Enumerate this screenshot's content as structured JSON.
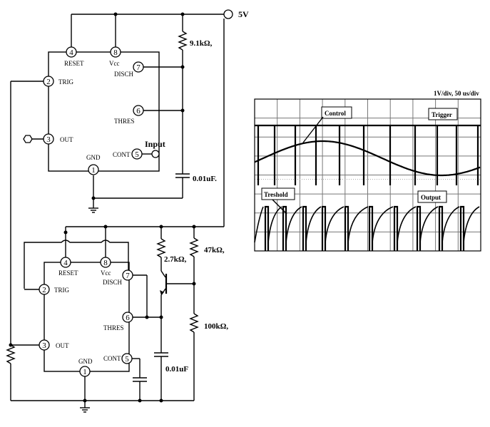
{
  "supply": {
    "label": "5V"
  },
  "top_ic": {
    "pins": {
      "reset": {
        "num": "4",
        "label": "RESET"
      },
      "vcc": {
        "num": "8",
        "label": "Vcc"
      },
      "disch": {
        "num": "7",
        "label": "DISCH"
      },
      "trig": {
        "num": "2",
        "label": "TRIG"
      },
      "thres": {
        "num": "6",
        "label": "THRES"
      },
      "out": {
        "num": "3",
        "label": "OUT"
      },
      "gnd": {
        "num": "1",
        "label": "GND"
      },
      "cont": {
        "num": "5",
        "label": "CONT"
      }
    },
    "input_label": "Input"
  },
  "bottom_ic": {
    "pins": {
      "reset": {
        "num": "4",
        "label": "RESET"
      },
      "vcc": {
        "num": "8",
        "label": "Vcc"
      },
      "disch": {
        "num": "7",
        "label": "DISCH"
      },
      "trig": {
        "num": "2",
        "label": "TRIG"
      },
      "thres": {
        "num": "6",
        "label": "THRES"
      },
      "out": {
        "num": "3",
        "label": "OUT"
      },
      "gnd": {
        "num": "1",
        "label": "GND"
      },
      "cont": {
        "num": "5",
        "label": "CONT"
      }
    }
  },
  "components": {
    "r_top": "9.1kΩ,",
    "c_top": "0.01uF.",
    "r_2k7": "2.7kΩ,",
    "r_47k": "47kΩ,",
    "r_100k": "100kΩ,",
    "c_bottom": "0.01uF"
  },
  "scope": {
    "settings": "1V/div,  50 us/div",
    "labels": {
      "control": "Control",
      "trigger": "Trigger",
      "threshold": "Treshold",
      "output": "Output"
    }
  }
}
